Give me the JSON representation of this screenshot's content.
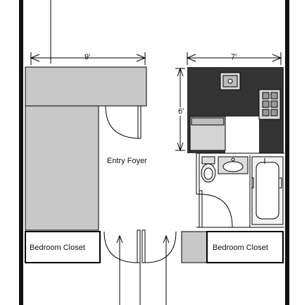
{
  "dimensions": {
    "top_left_width": "9'",
    "top_right_width": "7'",
    "kitchen_height": "6'"
  },
  "rooms": {
    "entry": "Entry Foyer",
    "left_closet": "Bedroom Closet",
    "right_closet": "Bedroom Closet"
  },
  "colors": {
    "wall": "#111111",
    "counter": "#c8c8c8",
    "cabinet_dark": "#333333",
    "line": "#000000"
  }
}
